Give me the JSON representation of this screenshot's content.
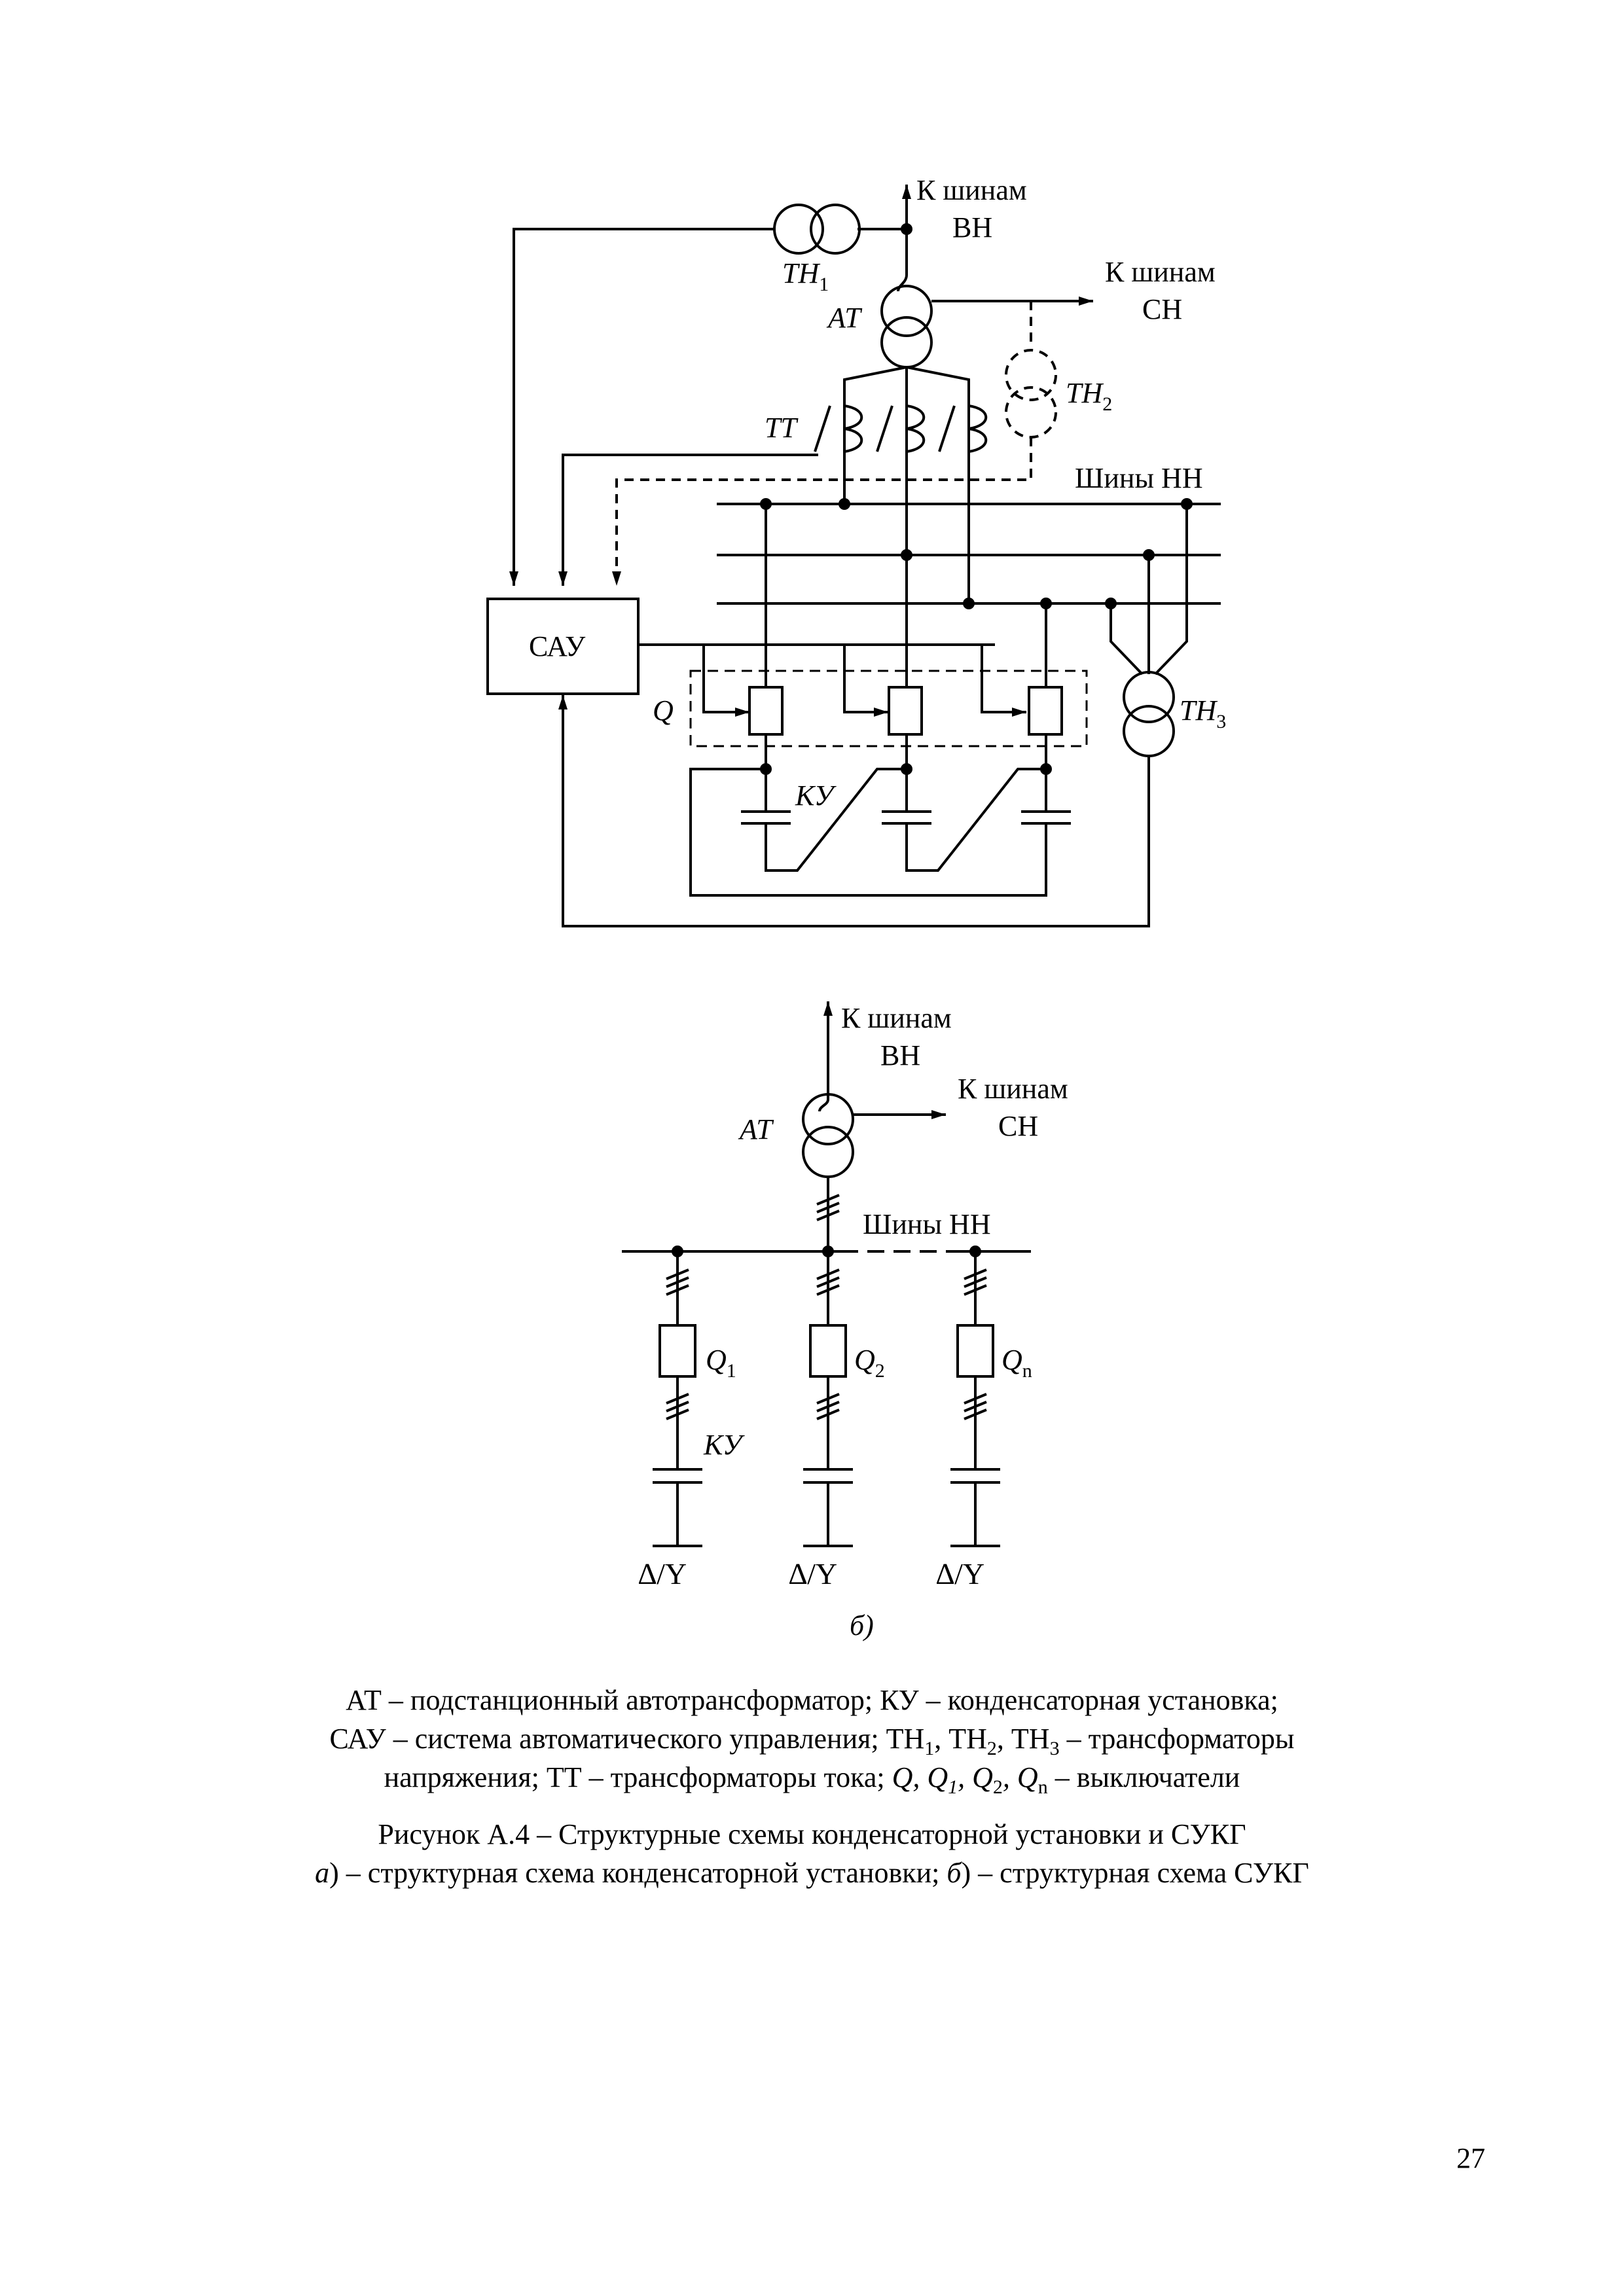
{
  "diagram_a": {
    "to_vn": [
      "К шинам",
      "ВН"
    ],
    "to_sn": [
      "К шинам",
      "СН"
    ],
    "th1": "TH",
    "th1_sub": "1",
    "at": "AT",
    "th2": "TH",
    "th2_sub": "2",
    "tt": "TT",
    "buses_nn": "Шины НН",
    "sau": "САУ",
    "q": "Q",
    "th3": "TH",
    "th3_sub": "3",
    "ku": "КУ"
  },
  "diagram_b": {
    "to_vn": [
      "К шинам",
      "ВН"
    ],
    "to_sn": [
      "К шинам",
      "СН"
    ],
    "at": "AT",
    "buses_nn": "Шины НН",
    "q1": "Q",
    "q1_sub": "1",
    "q2": "Q",
    "q2_sub": "2",
    "qn": "Q",
    "qn_sub": "n",
    "ku": "КУ",
    "conn": "∆/Y",
    "label": "б)"
  },
  "legend": {
    "line1": "АТ – подстанционный автотрансформатор; КУ – конденсаторная установка;",
    "line2_a": "САУ – система автоматического управления; ТН",
    "line2_s1": "1",
    "line2_b": ", ТН",
    "line2_s2": "2",
    "line2_c": ", ТН",
    "line2_s3": "3",
    "line2_d": " – трансформаторы",
    "line3_a": "напряжения; ТТ – трансформаторы тока; ",
    "line3_q": "Q, Q",
    "line3_s1": "1",
    "line3_c1": ", Q",
    "line3_s2": "2",
    "line3_c2": ", Q",
    "line3_sn": "n",
    "line3_end": " – выключатели"
  },
  "figure": {
    "title": "Рисунок А.4 – Структурные схемы конденсаторной установки и СУКГ",
    "sub_a_letter": "а",
    "sub_a": ") – структурная схема конденсаторной установки; ",
    "sub_b_letter": "б",
    "sub_b": ") – структурная схема СУКГ"
  },
  "page_number": "27"
}
